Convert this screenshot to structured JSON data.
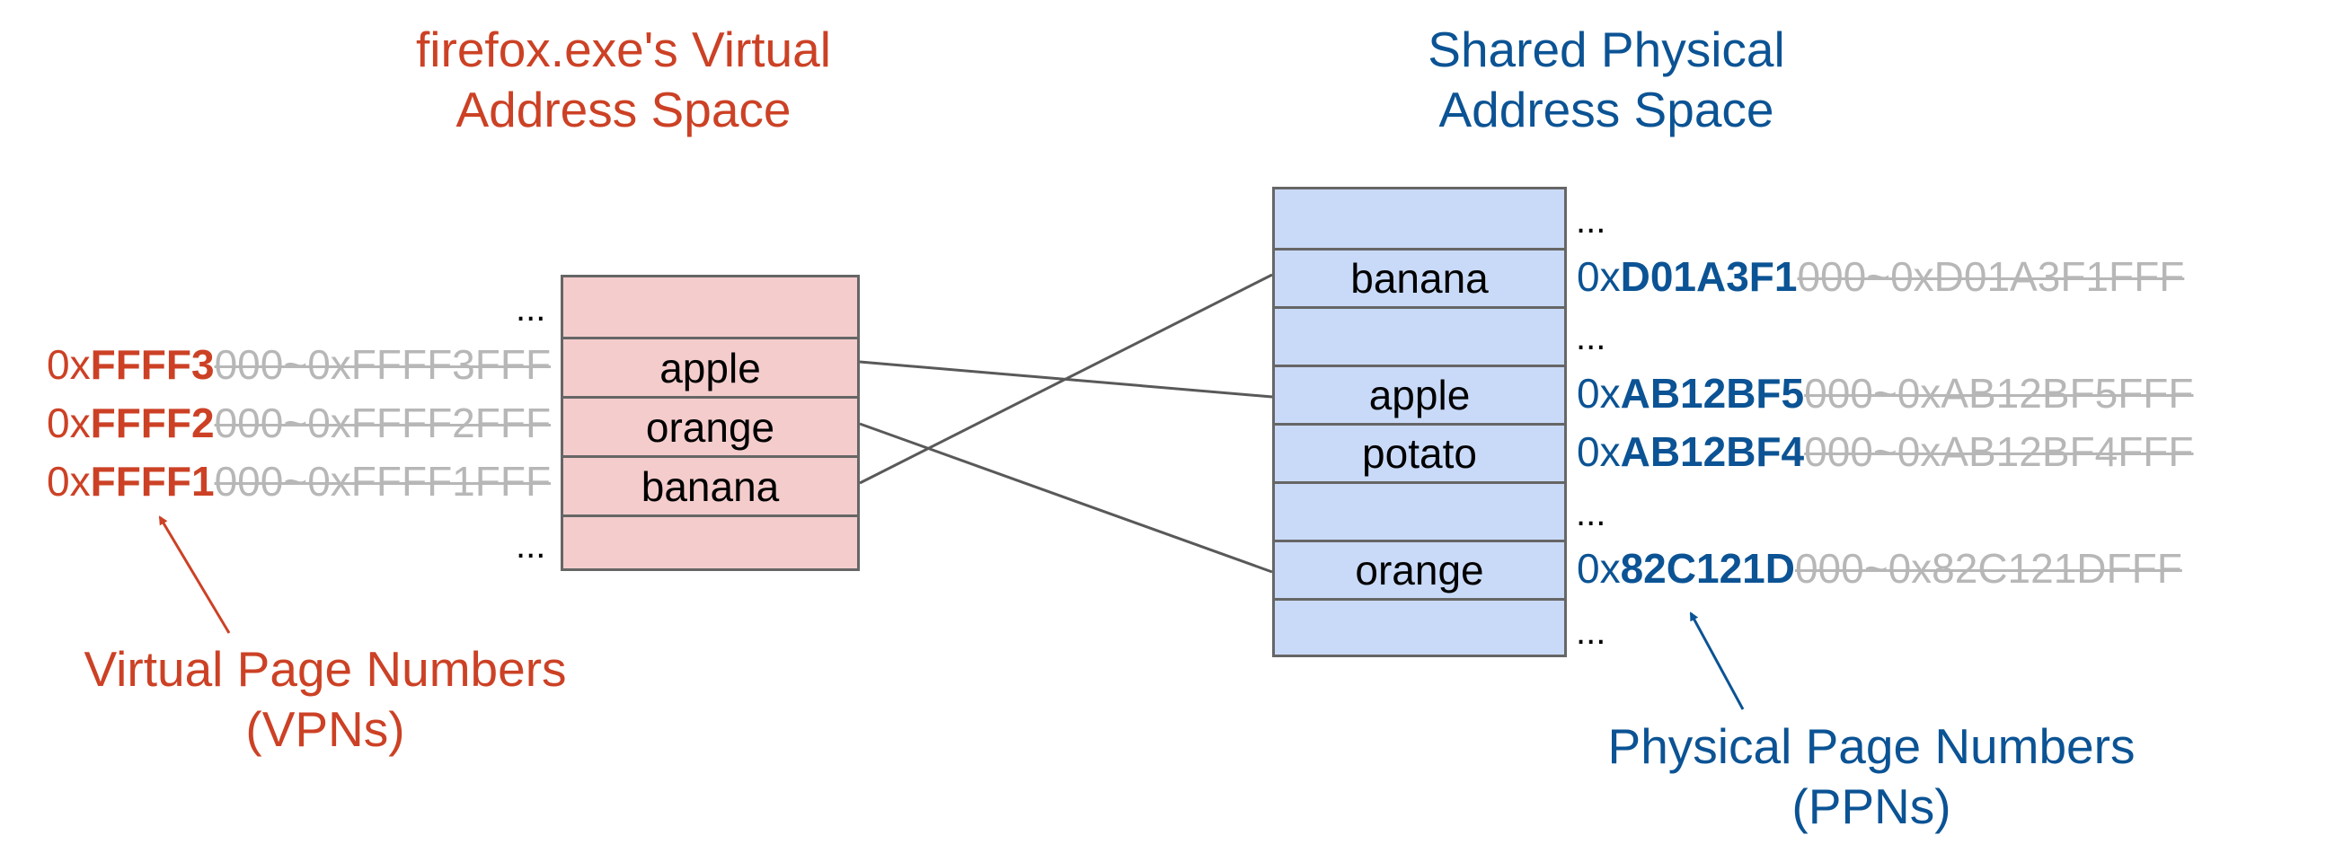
{
  "virtual_title": {
    "line1": "firefox.exe's Virtual",
    "line2": "Address Space"
  },
  "physical_title": {
    "line1": "Shared Physical",
    "line2": "Address Space"
  },
  "colors": {
    "virtual": "#cc4125",
    "physical": "#0b5394",
    "virtual_fill": "#f4cccc",
    "physical_fill": "#c9daf8",
    "strike": "#b7b7b7"
  },
  "ellipsis": "...",
  "virtual_cells": [
    "",
    "apple",
    "orange",
    "banana",
    ""
  ],
  "physical_cells": [
    "",
    "banana",
    "",
    "apple",
    "potato",
    "",
    "orange",
    ""
  ],
  "virtual_addresses": [
    {
      "prefix": "0x",
      "page": "FFFF3",
      "rest": "000~0xFFFF3FFF"
    },
    {
      "prefix": "0x",
      "page": "FFFF2",
      "rest": "000~0xFFFF2FFF"
    },
    {
      "prefix": "0x",
      "page": "FFFF1",
      "rest": "000~0xFFFF1FFF"
    }
  ],
  "physical_addresses": [
    {
      "prefix": "0x",
      "page": "D01A3F1",
      "rest": "000~0xD01A3F1FFF"
    },
    {
      "prefix": "0x",
      "page": "AB12BF5",
      "rest": "000~0xAB12BF5FFF"
    },
    {
      "prefix": "0x",
      "page": "AB12BF4",
      "rest": "000~0xAB12BF4FFF"
    },
    {
      "prefix": "0x",
      "page": "82C121D",
      "rest": "000~0x82C121DFFF"
    }
  ],
  "vpn_label": {
    "line1": "Virtual Page Numbers",
    "line2": "(VPNs)"
  },
  "ppn_label": {
    "line1": "Physical Page Numbers",
    "line2": "(PPNs)"
  }
}
